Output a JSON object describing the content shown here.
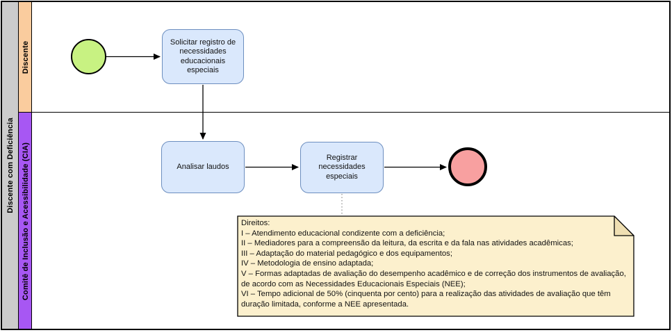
{
  "pool": {
    "label": "Discente com Deficiência"
  },
  "lanes": [
    {
      "label": "Discente",
      "color": "#FACC9E"
    },
    {
      "label": "Comitê de Inclusão e Acessibilidade (CIA)",
      "color": "#A757F3"
    }
  ],
  "tasks": [
    {
      "label": "Solicitar registro de necessidades educacionais especiais"
    },
    {
      "label": "Analisar laudos"
    },
    {
      "label": "Registrar necessidades especiais"
    }
  ],
  "events": {
    "start": {
      "color": "#C8F282"
    },
    "end": {
      "color": "#F8A0A0"
    }
  },
  "note": {
    "fill": "#FCF0CD",
    "lines": [
      "Direitos:",
      "I – Atendimento educacional condizente com a deficiência;",
      "II – Mediadores para a compreensão da leitura, da escrita e da fala nas atividades acadêmicas;",
      "III – Adaptação do material pedagógico e dos equipamentos;",
      "IV – Metodologia de ensino adaptada;",
      "V – Formas adaptadas de avaliação do desempenho acadêmico e de correção dos instrumentos de avaliação, de acordo com as Necessidades Educacionais Especiais (NEE);",
      "VI – Tempo adicional de 50% (cinquenta por cento) para a realização das atividades de avaliação que têm duração limitada, conforme a NEE apresentada."
    ]
  },
  "colors": {
    "task_fill": "#DAE8FC",
    "task_border": "#6C8EBF",
    "pool_header": "#CCCCCC",
    "lane_discente": "#FACC9E",
    "lane_cia": "#A757F3"
  }
}
